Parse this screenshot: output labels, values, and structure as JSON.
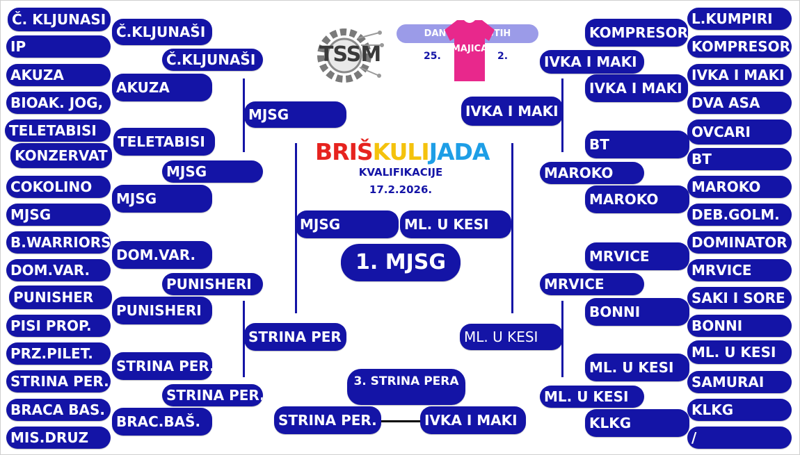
{
  "header": {
    "logo_text": "TSSM",
    "banner": "DAN RUŽIČASTIH",
    "shirt_text": "MAJICA",
    "date_left": "25.",
    "date_right": "2.",
    "title_parts": [
      {
        "text": "BRIŠ",
        "color": "#e6231f"
      },
      {
        "text": "KULI",
        "color": "#f4c20d"
      },
      {
        "text": "JADA",
        "color": "#1e9ee6"
      }
    ],
    "subtitle": "KVALIFIKACIJE",
    "event_date": "17.2.2026."
  },
  "left_round1": [
    "Č. KLJUNASI",
    "IP",
    "AKUZA",
    "BIOAK. JOG,",
    "TELETABISI",
    "KONZERVAT",
    "COKOLINO",
    "MJSG",
    "B.WARRIORS",
    "DOM.VAR.",
    "PUNISHER",
    "PISI PROP.",
    "PRZ.PILET.",
    "STRINA PER.",
    "BRACA BAS.",
    "MIS.DRUZ"
  ],
  "left_round2": [
    "Č.KLJUNAŠI",
    "AKUZA",
    "TELETABISI",
    "MJSG",
    "DOM.VAR.",
    "PUNISHERI",
    "STRINA PER.",
    "BRAC.BAŠ."
  ],
  "left_round3": [
    "Č.KLJUNAŠI",
    "MJSG",
    "PUNISHERI",
    "STRINA PER."
  ],
  "left_round4": [
    "MJSG",
    "STRINA PER"
  ],
  "right_round1": [
    "L.KUMPIRI",
    "KOMPRESOR",
    "IVKA I MAKI",
    "DVA ASA",
    "OVCARI",
    "BT",
    "MAROKO",
    "DEB.GOLM.",
    "DOMINATOR",
    "MRVICE",
    "SAKI I SORE",
    "BONNI",
    "ML. U KESI",
    "SAMURAI",
    "KLKG",
    "/"
  ],
  "right_round2": [
    "KOMPRESOR",
    "IVKA I MAKI",
    "BT",
    "MAROKO",
    "MRVICE",
    "BONNI",
    "ML. U KESI",
    "KLKG"
  ],
  "right_round3": [
    "IVKA I MAKI",
    "MAROKO",
    "MRVICE",
    "ML. U KESI"
  ],
  "right_round4": [
    "IVKA I MAKI",
    "ML. U KESI"
  ],
  "final": {
    "left": "MJSG",
    "right": "ML. U KESI",
    "winner": "1. MJSG"
  },
  "third_place": {
    "label": "3. STRINA PERA",
    "left": "STRINA PER.",
    "right": "IVKA I MAKI"
  },
  "colors": {
    "pill": "#1414a6",
    "shirt": "#e8288c",
    "banner": "#9b9be8"
  }
}
